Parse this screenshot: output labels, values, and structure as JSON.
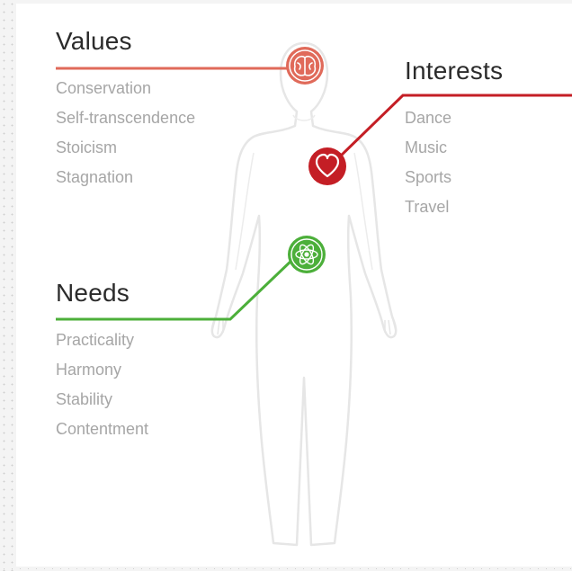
{
  "colors": {
    "values": "#e06a5a",
    "interests": "#c41e25",
    "needs": "#4caf3a",
    "body_outline": "#e6e6e6",
    "title_text": "#2b2b2b",
    "item_text": "#a6a6a6"
  },
  "values": {
    "title": "Values",
    "items": [
      "Conservation",
      "Self-transcendence",
      "Stoicism",
      "Stagnation"
    ],
    "icon": "brain-icon"
  },
  "interests": {
    "title": "Interests",
    "items": [
      "Dance",
      "Music",
      "Sports",
      "Travel"
    ],
    "icon": "heart-icon"
  },
  "needs": {
    "title": "Needs",
    "items": [
      "Practicality",
      "Harmony",
      "Stability",
      "Contentment"
    ],
    "icon": "atom-icon"
  }
}
